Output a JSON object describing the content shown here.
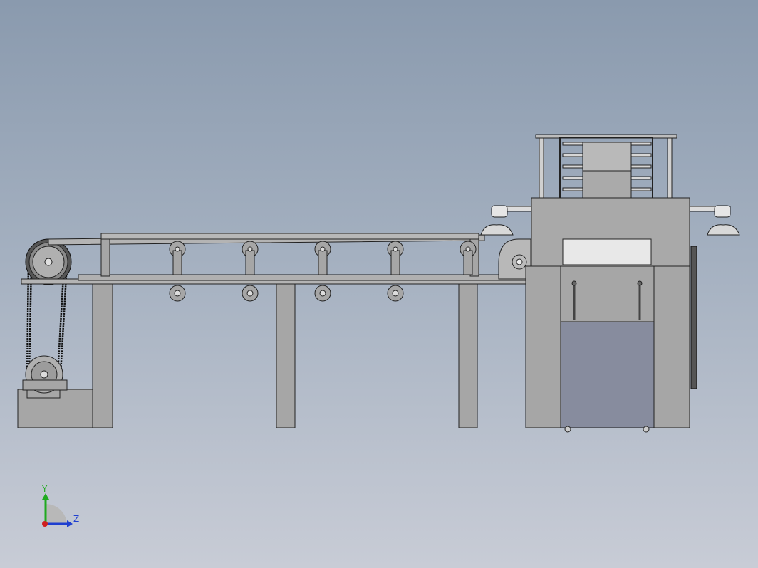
{
  "viewport": {
    "background_top": "#8a9aae",
    "background_bottom": "#c8ccd6"
  },
  "model": {
    "fill_gray": "#a6a6a6",
    "fill_dark_panel": "#878c9e",
    "edge_color": "#222222",
    "icon": "conveyor-machine-drawing"
  },
  "triad": {
    "y_label": "Y",
    "z_label": "Z",
    "y_color": "#1faa1f",
    "z_color": "#1f3fd0",
    "x_color": "#d01f1f"
  }
}
